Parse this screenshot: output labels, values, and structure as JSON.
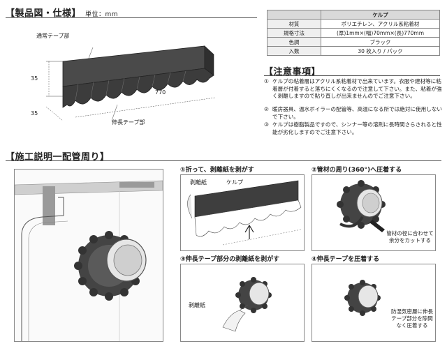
{
  "product": {
    "title": "【製品図・仕様】",
    "unit": "単位：mm",
    "label_normal": "通常テープ部",
    "label_stretch": "伸長テープ部",
    "dim_height": "35",
    "dim_depth": "35",
    "dim_length": "770"
  },
  "spec": {
    "header": "ケルプ",
    "rows": [
      {
        "key": "材質",
        "value": "ポリエチレン、アクリル系粘着材"
      },
      {
        "key": "規格寸法",
        "value": "(厚)1mm×(幅)70mm×(長)770mm"
      },
      {
        "key": "色調",
        "value": "ブラック"
      },
      {
        "key": "入数",
        "value": "30 枚入り / パック"
      }
    ]
  },
  "caution": {
    "title": "【注意事項】",
    "items": [
      {
        "num": "①",
        "text": "ケルプの粘着層はアクリル系粘着材で出来ています。衣服や建材等に粘着層が付着すると落ちにくくなるので注意して下さい。また、粘着が強く剥離しますので貼り直しが出来ませんのでご注意下さい。"
      },
      {
        "num": "②",
        "text": "暖房器具、温水ボイラーの配管等、高温になる所では絶対に使用しないで下さい。"
      },
      {
        "num": "③",
        "text": "ケルプは樹脂製品ですので、シンナー等の溶剤に長時間さらされると性能が劣化しますのでご注意下さい。"
      }
    ]
  },
  "install": {
    "title": "【施工説明一配管周り】",
    "steps": [
      {
        "label": "①折って、剥離紙を剥がす",
        "tag1": "剥離紙",
        "tag2": "ケルプ"
      },
      {
        "label": "②管材の周り(360°)へ圧着する",
        "caption": "管材の径に合わせて余分をカットする"
      },
      {
        "label": "③伸長テープ部分の剥離紙を剥がす",
        "tag1": "剥離紙"
      },
      {
        "label": "④伸長テープを圧着する",
        "caption": "防湿気密層に伸長テープ部分を隙間なく圧着する"
      }
    ]
  }
}
